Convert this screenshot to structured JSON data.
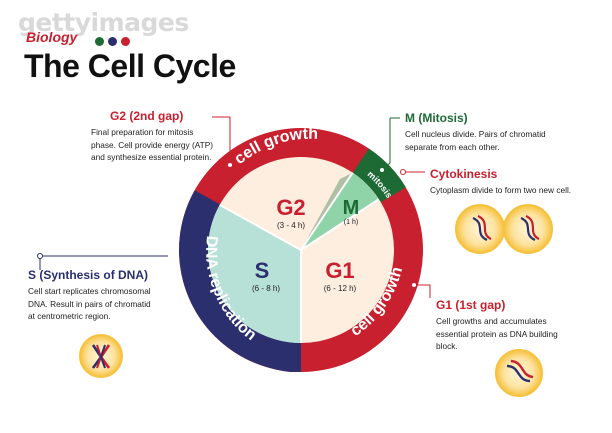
{
  "header": {
    "watermark": "gettyimages",
    "subject": "Biology",
    "title": "The Cell Cycle"
  },
  "ring": {
    "cell_growth_top": "cell growth",
    "dna_replication": "DNA replication",
    "cell_growth_bottom": "cell growth",
    "mitosis": "mitosis"
  },
  "phases": {
    "g2": {
      "label": "G2",
      "duration": "(3 - 4 h)"
    },
    "m": {
      "label": "M",
      "duration": "(1 h)"
    },
    "s": {
      "label": "S",
      "duration": "(6 - 8 h)"
    },
    "g1": {
      "label": "G1",
      "duration": "(6 - 12 h)"
    }
  },
  "callouts": {
    "g2": {
      "heading": "G2 (2nd gap)",
      "lines": [
        "Final preparation for mitosis",
        "phase. Cell provide energy (ATP)",
        "and synthesize essential protein."
      ]
    },
    "m": {
      "heading": "M (Mitosis)",
      "lines": [
        "Cell nucleus divide. Pairs of chromatid",
        "separate from each other."
      ]
    },
    "cytokinesis": {
      "heading": "Cytokinesis",
      "lines": [
        "Cytoplasm divide to form two new cell."
      ]
    },
    "s": {
      "heading": "S (Synthesis of DNA)",
      "lines": [
        "Cell start replicates chromosomal",
        "DNA. Result in pairs of chromatid",
        "at centrometric region."
      ]
    },
    "g1": {
      "heading": "G1 (1st gap)",
      "lines": [
        "Cell growths and accumulates",
        "essential protein as DNA building",
        "block."
      ]
    }
  },
  "colors": {
    "red": "#c8202e",
    "navy": "#2b2f6e",
    "green": "#1e6a35",
    "light_green": "#8fd3a8",
    "cream": "#fdeee0",
    "teal": "#b7e0d6",
    "gold": "#f6c23f"
  },
  "icons": [
    "dna-strand-icon",
    "chromosome-icon",
    "dividing-cell-icon"
  ]
}
